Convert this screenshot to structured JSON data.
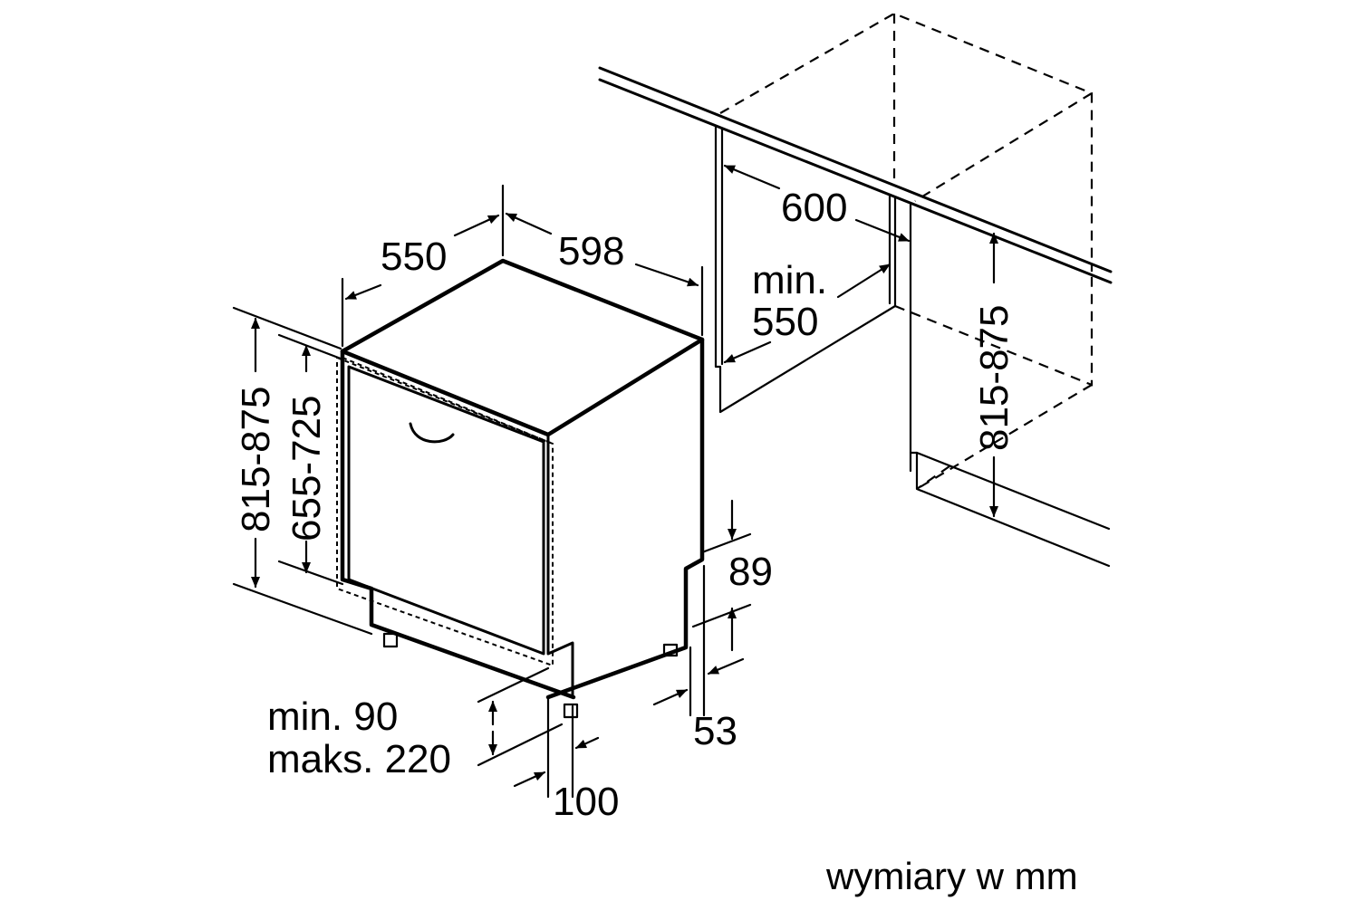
{
  "dimensions": {
    "depth": "550",
    "width": "598",
    "niche_width": "600",
    "niche_min_depth_line1": "min.",
    "niche_min_depth_line2": "550",
    "niche_height": "815-875",
    "appliance_height": "815-875",
    "door_height": "655-725",
    "plinth_height": "89",
    "foot_offset": "53",
    "plinth_min": "min. 90",
    "plinth_max": "maks. 220",
    "door_offset": "100"
  },
  "caption": "wymiary w mm"
}
